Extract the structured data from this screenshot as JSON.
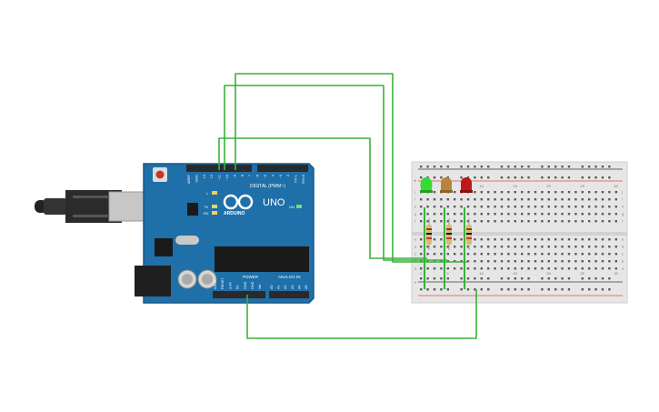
{
  "board": {
    "brand": "ARDUINO",
    "model": "UNO",
    "header_digital": "DIGITAL (PWM~)",
    "header_power": "POWER",
    "header_analog": "ANALOG IN",
    "digital_pins": [
      "AREF",
      "GND",
      "13",
      "12",
      "~11",
      "~10",
      "~9",
      "8",
      "7",
      "~6",
      "~5",
      "4",
      "~3",
      "2",
      "TX>1",
      "RX<0"
    ],
    "power_pins": [
      "IOREF",
      "RESET",
      "3.3V",
      "5V",
      "GND",
      "GND",
      "Vin"
    ],
    "analog_pins": [
      "A0",
      "A1",
      "A2",
      "A3",
      "A4",
      "A5"
    ],
    "led_labels": [
      "L",
      "TX",
      "RX"
    ],
    "on_label": "ON"
  },
  "breadboard": {
    "row_numbers": [
      "1",
      "5",
      "10",
      "15",
      "20",
      "25",
      "30"
    ],
    "row_letters_top": [
      "j",
      "i",
      "h",
      "g",
      "f"
    ],
    "row_letters_bottom": [
      "e",
      "d",
      "c",
      "b",
      "a"
    ],
    "rail_plus": "+",
    "rail_minus": "-"
  },
  "components": {
    "leds": [
      {
        "color": "#33dd33",
        "state": "on"
      },
      {
        "color": "#b8843a",
        "state": "off"
      },
      {
        "color": "#c01818",
        "state": "off"
      }
    ],
    "resistor_count": 3
  },
  "colors": {
    "board": "#1f6fa8",
    "board_edge": "#17588a",
    "wire": "#3ab23a",
    "breadboard": "#e6e6e6",
    "rail_red": "#e84a4a",
    "rail_dark": "#3a3a3a"
  }
}
